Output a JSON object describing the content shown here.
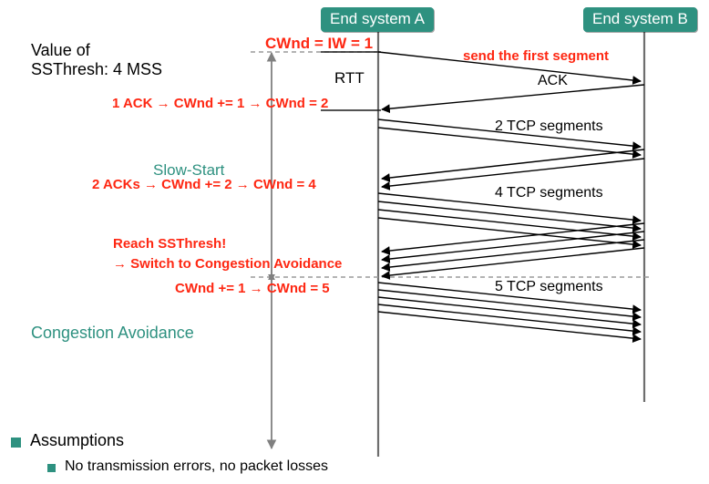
{
  "diagram": {
    "title_nodes": {
      "end_system_a": "End system A",
      "end_system_b": "End system B"
    },
    "left_annotations": {
      "value_of_ssthresh": "Value of\nSSThresh: 4 MSS",
      "value_of_line1": "Value of",
      "value_of_line2": "SSThresh: 4 MSS",
      "slow_start_phase": "Slow-Start",
      "congestion_avoidance_phase": "Congestion Avoidance"
    },
    "cwnd_events": [
      {
        "id": "init",
        "text": "CWnd = IW = 1"
      },
      {
        "id": "after-1-ack",
        "text": "1 ACK → CWnd += 1 → CWnd = 2"
      },
      {
        "id": "after-2-acks",
        "text": "2 ACKs → CWnd += 2 → CWnd = 4"
      },
      {
        "id": "reach",
        "text": "Reach SSThresh!"
      },
      {
        "id": "switch",
        "text": "→ Switch to Congestion Avoidance"
      },
      {
        "id": "ca-increase",
        "text": "CWnd += 1 → CWnd = 5"
      }
    ],
    "timeline_labels": {
      "rtt": "RTT",
      "send_first_segment": "send the first segment",
      "ack": "ACK",
      "two_segments": "2 TCP segments",
      "four_segments": "4 TCP segments",
      "five_segments": "5 TCP segments"
    },
    "colors": {
      "teal": "#2e9180",
      "red": "#fe2712",
      "black": "#000000",
      "gray_arrow": "#808080",
      "dashed": "#9a9a9a"
    }
  },
  "bullets": {
    "level1": "Assumptions",
    "level2": "No transmission errors, no packet losses"
  }
}
